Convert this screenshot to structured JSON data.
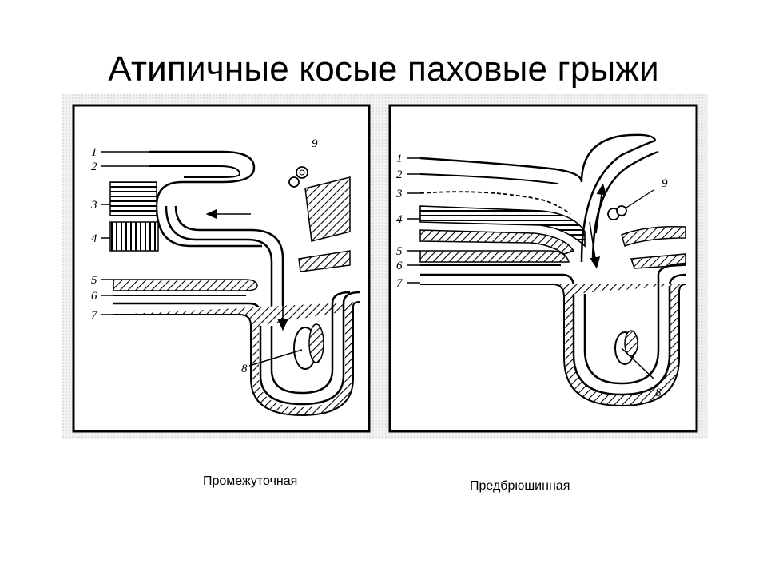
{
  "slide": {
    "title": "Атипичные косые паховые грыжи"
  },
  "left_figure": {
    "caption": "Промежуточная",
    "labels": [
      "1",
      "2",
      "3",
      "4",
      "5",
      "6",
      "7",
      "8",
      "9"
    ]
  },
  "right_figure": {
    "caption": "Предбрюшинная",
    "labels": [
      "1",
      "2",
      "3",
      "4",
      "5",
      "6",
      "7",
      "8",
      "9"
    ]
  }
}
